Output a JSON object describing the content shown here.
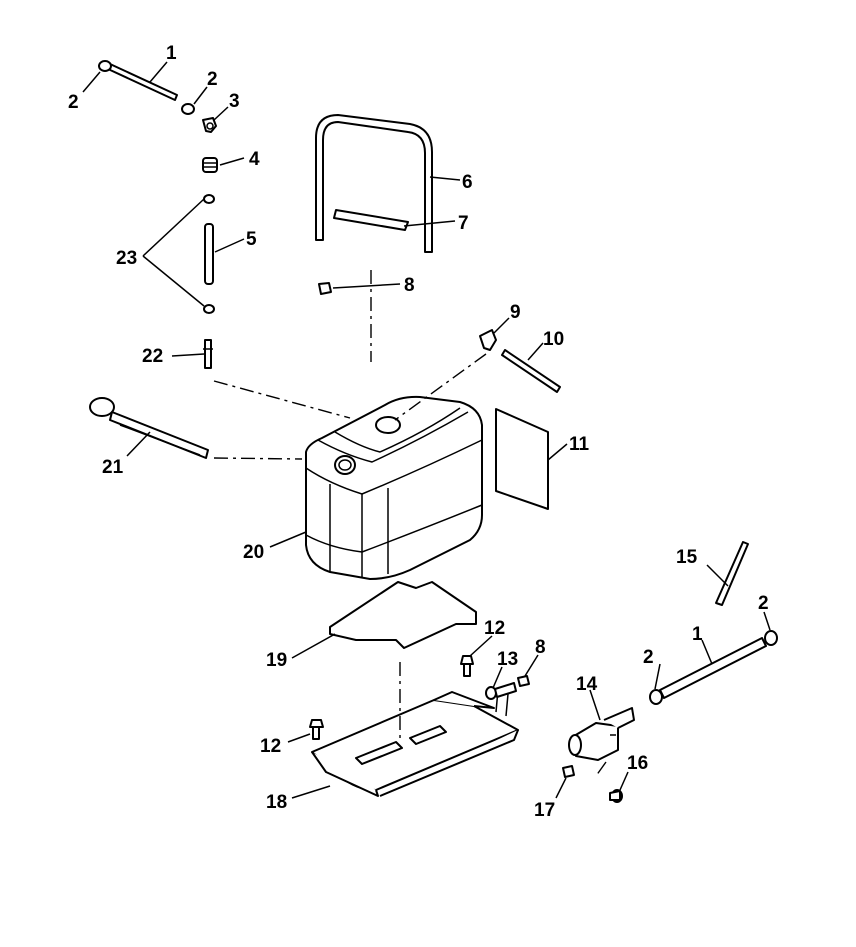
{
  "callouts": {
    "c1a": "1",
    "c2a": "2",
    "c2b": "2",
    "c3": "3",
    "c4": "4",
    "c5": "5",
    "c6": "6",
    "c7": "7",
    "c8a": "8",
    "c9": "9",
    "c10": "10",
    "c11": "11",
    "c12a": "12",
    "c12b": "12",
    "c13": "13",
    "c8b": "8",
    "c14": "14",
    "c15": "15",
    "c2c": "2",
    "c2d": "2",
    "c1b": "1",
    "c16": "16",
    "c17": "17",
    "c18": "18",
    "c19": "19",
    "c20": "20",
    "c21": "21",
    "c22": "22",
    "c23": "23"
  }
}
